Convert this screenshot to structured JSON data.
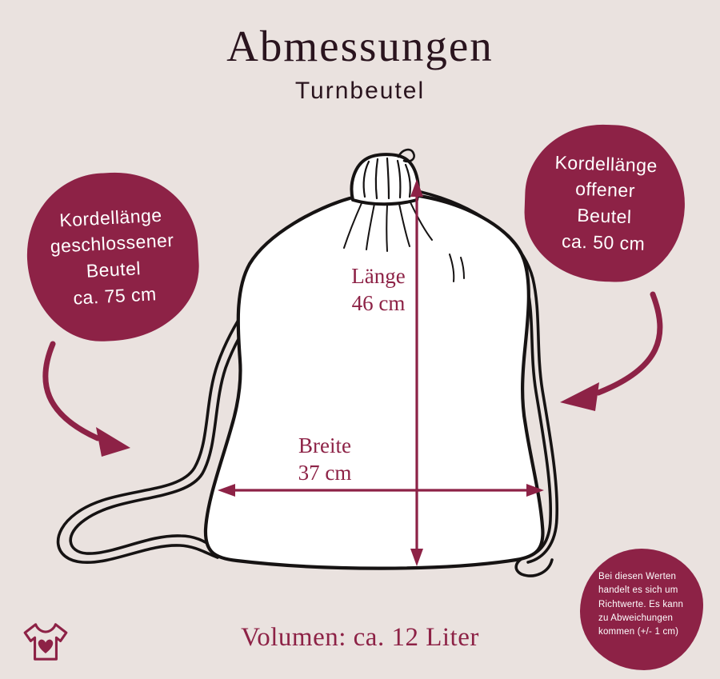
{
  "colors": {
    "background": "#eae2df",
    "maroon": "#8d2246",
    "ink": "#161313",
    "title": "#2a141e",
    "text_on_blob": "#ffffff"
  },
  "header": {
    "title": "Abmessungen",
    "subtitle": "Turnbeutel"
  },
  "left_blob": {
    "lines": [
      "Kordellänge",
      "geschlossener",
      "Beutel",
      "ca. 75 cm"
    ]
  },
  "right_blob": {
    "lines": [
      "Kordellänge",
      "offener",
      "Beutel",
      "ca. 50 cm"
    ]
  },
  "dimensions": {
    "length_label": "Länge",
    "length_value": "46 cm",
    "width_label": "Breite",
    "width_value": "37 cm"
  },
  "note_blob": {
    "lines": [
      "Bei diesen Werten",
      "handelt es sich um",
      "Richtwerte. Es kann",
      "zu Abweichungen",
      "kommen (+/- 1 cm)"
    ]
  },
  "footer": {
    "volume": "Volumen: ca. 12 Liter"
  },
  "icons": {
    "logo": "tshirt-heart-icon"
  }
}
